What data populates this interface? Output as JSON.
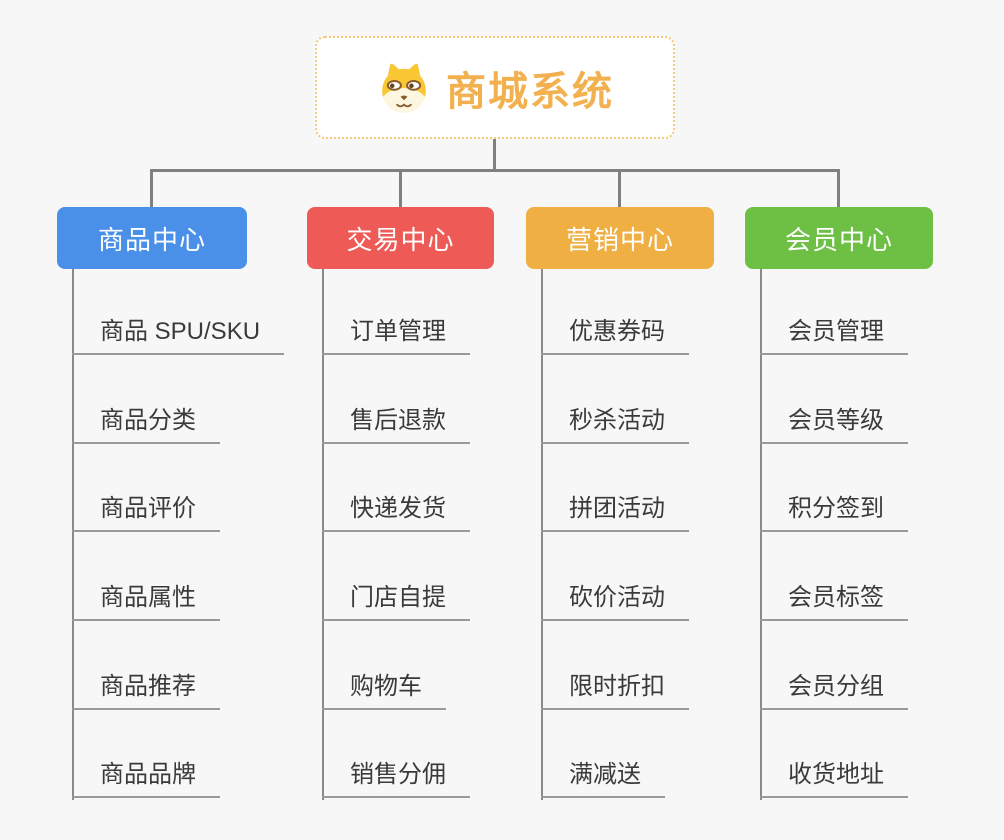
{
  "root": {
    "title": "商城系统",
    "icon": "dog-icon",
    "text_color": "#f2b04e",
    "border_color": "#f6c878"
  },
  "colors": {
    "background": "#f7f7f7",
    "connector": "#808080",
    "item_line": "#999999",
    "item_text": "#3a3a3a"
  },
  "branches": [
    {
      "label": "商品中心",
      "color": "#4a90e8",
      "items": [
        "商品 SPU/SKU",
        "商品分类",
        "商品评价",
        "商品属性",
        "商品推荐",
        "商品品牌"
      ]
    },
    {
      "label": "交易中心",
      "color": "#ee5a55",
      "items": [
        "订单管理",
        "售后退款",
        "快递发货",
        "门店自提",
        "购物车",
        "销售分佣"
      ]
    },
    {
      "label": "营销中心",
      "color": "#efaf42",
      "items": [
        "优惠券码",
        "秒杀活动",
        "拼团活动",
        "砍价活动",
        "限时折扣",
        "满减送"
      ]
    },
    {
      "label": "会员中心",
      "color": "#6dc044",
      "items": [
        "会员管理",
        "会员等级",
        "积分签到",
        "会员标签",
        "会员分组",
        "收货地址"
      ]
    }
  ]
}
